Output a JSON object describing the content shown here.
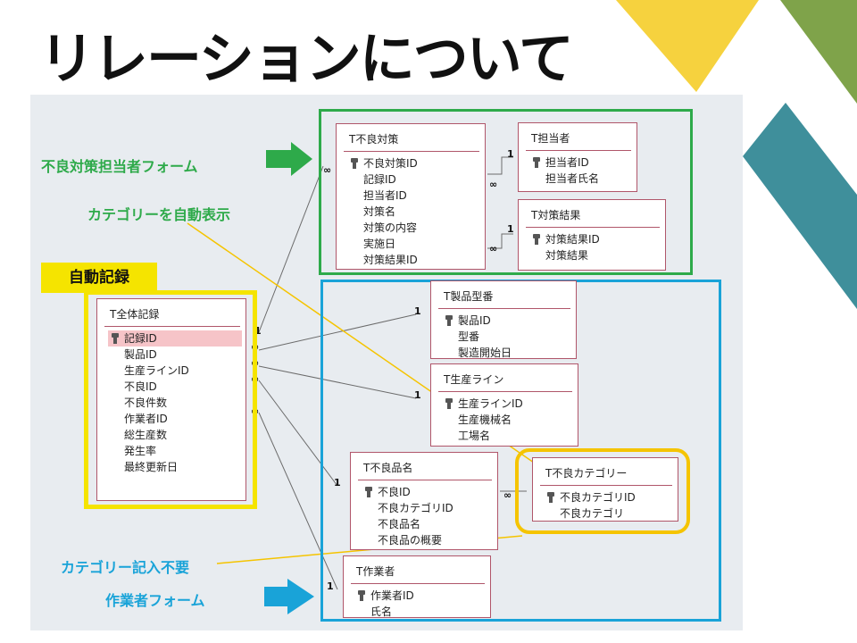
{
  "title": "リレーションについて",
  "colors": {
    "green": "#2eaa4a",
    "blue": "#19a3d8",
    "yellow": "#f5c400",
    "accent_yellow": "#f6d23e",
    "accent_green": "#7fa34a",
    "accent_teal": "#3f8f9b"
  },
  "labels": {
    "form_defect": "不良対策担当者フォーム",
    "auto_category": "カテゴリーを自動表示",
    "auto_record": "自動記録",
    "no_category": "カテゴリー記入不要",
    "form_worker": "作業者フォーム"
  },
  "cardinality": {
    "one": "1",
    "many": "∞"
  },
  "tables": {
    "defect_measure": {
      "name": "T不良対策",
      "fields": [
        "不良対策ID",
        "記録ID",
        "担当者ID",
        "対策名",
        "対策の内容",
        "実施日",
        "対策結果ID"
      ]
    },
    "person": {
      "name": "T担当者",
      "fields": [
        "担当者ID",
        "担当者氏名"
      ]
    },
    "measure_result": {
      "name": "T対策結果",
      "fields": [
        "対策結果ID",
        "対策結果"
      ]
    },
    "product_model": {
      "name": "T製品型番",
      "fields": [
        "製品ID",
        "型番",
        "製造開始日"
      ]
    },
    "line": {
      "name": "T生産ライン",
      "fields": [
        "生産ラインID",
        "生産機械名",
        "工場名"
      ]
    },
    "all_record": {
      "name": "T全体記録",
      "fields": [
        "記録ID",
        "製品ID",
        "生産ラインID",
        "不良ID",
        "不良件数",
        "作業者ID",
        "総生産数",
        "発生率",
        "最終更新日"
      ]
    },
    "defect_name": {
      "name": "T不良品名",
      "fields": [
        "不良ID",
        "不良カテゴリID",
        "不良品名",
        "不良品の概要"
      ]
    },
    "defect_category": {
      "name": "T不良カテゴリー",
      "fields": [
        "不良カテゴリID",
        "不良カテゴリ"
      ]
    },
    "worker": {
      "name": "T作業者",
      "fields": [
        "作業者ID",
        "氏名"
      ]
    }
  }
}
